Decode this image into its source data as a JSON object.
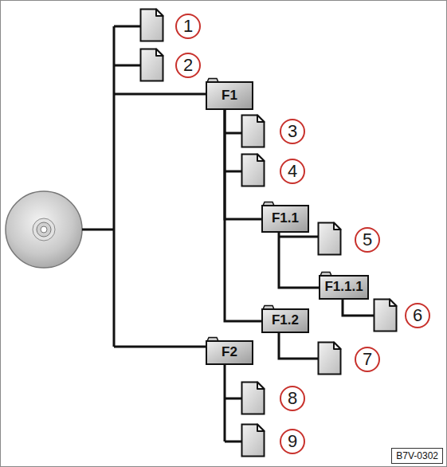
{
  "diagram": {
    "nodes": [
      {
        "text": [
          "F1"
        ]
      },
      {
        "text": [
          "F1.1"
        ]
      },
      {
        "text": [
          "F1.1.1"
        ]
      },
      {
        "text": [
          "F1.2"
        ]
      },
      {
        "text": [
          "F2"
        ]
      }
    ],
    "edges": [
      {
        "from": 0,
        "to": 1,
        "arrow": "none"
      },
      {
        "from": 1,
        "to": 2,
        "arrow": "none"
      },
      {
        "from": 0,
        "to": 3,
        "arrow": "none"
      }
    ],
    "labels": [
      "1",
      "2",
      "3",
      "4",
      "5",
      "6",
      "7",
      "8",
      "9",
      "B7V-0302"
    ]
  }
}
